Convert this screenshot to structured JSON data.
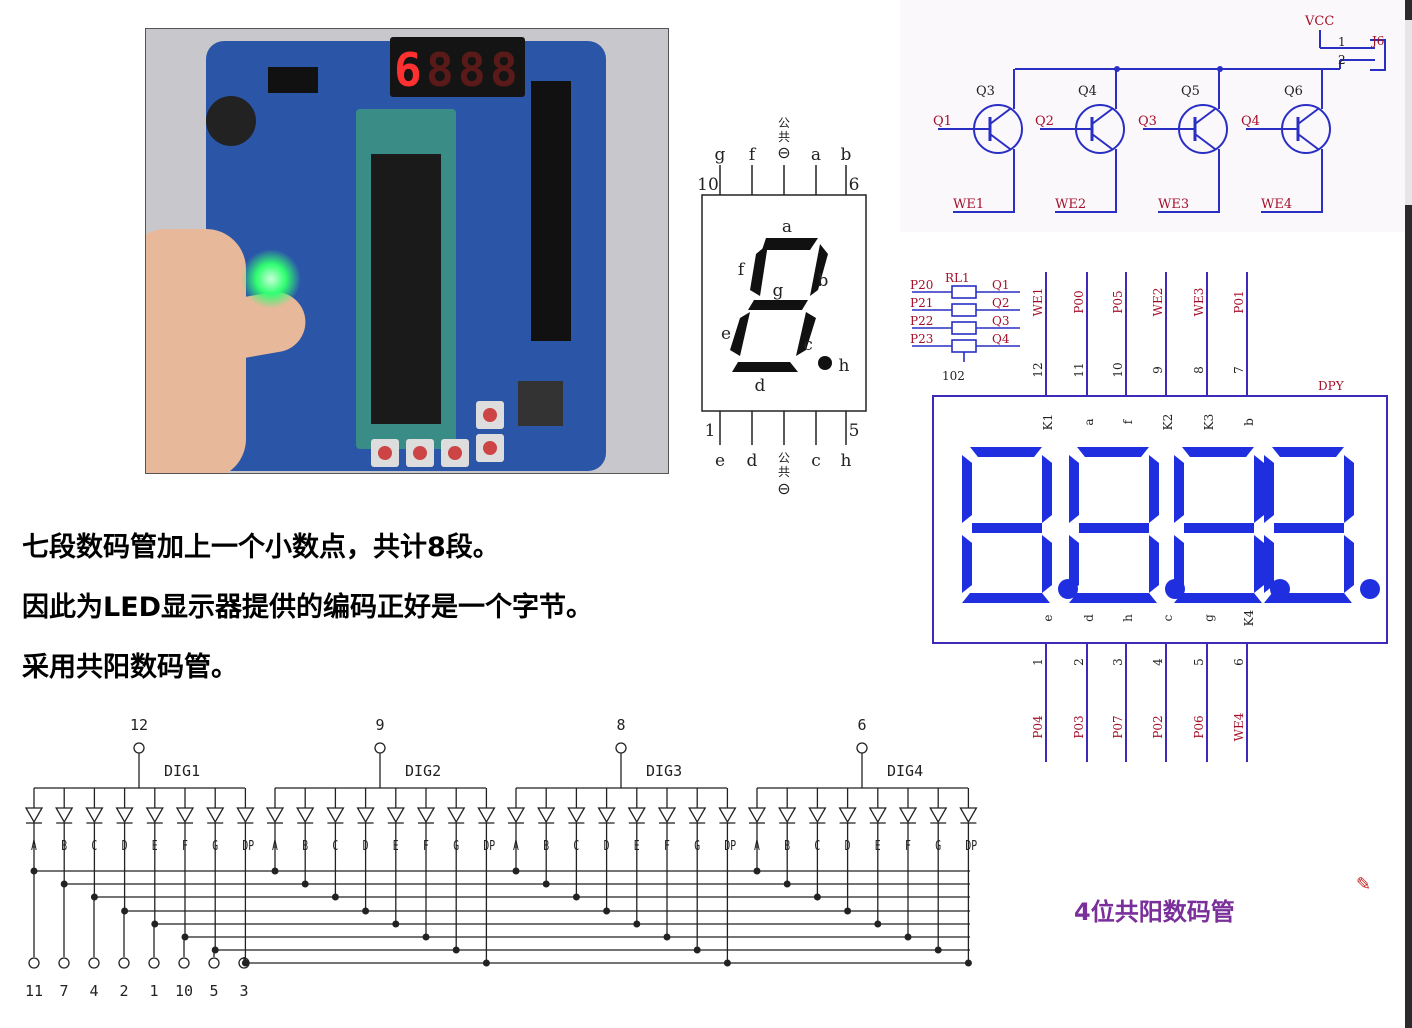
{
  "slide": {
    "line1": "七段数码管加上一个小数点，共计8段。",
    "line2": "因此为LED显示器提供的编码正好是一个字节。",
    "line3": "采用共阳数码管。",
    "caption": "4位共阳数码管"
  },
  "photo": {
    "display_digits": [
      "6",
      "8",
      "8",
      "8"
    ]
  },
  "single_segment": {
    "top_pins": [
      "g",
      "f",
      "a",
      "b"
    ],
    "bottom_pins": [
      "e",
      "d",
      "c",
      "h"
    ],
    "common_label": [
      "公",
      "共",
      "⊖"
    ],
    "pin_top_left": "10",
    "pin_top_right": "6",
    "pin_bottom_left": "1",
    "pin_bottom_right": "5",
    "segment_labels": [
      "a",
      "b",
      "c",
      "d",
      "e",
      "f",
      "g",
      "h"
    ]
  },
  "transistor_circuit": {
    "vcc": "VCC",
    "connector": "J6",
    "connector_pins": [
      "1",
      "2"
    ],
    "transistors": [
      {
        "name": "Q3",
        "base": "Q1",
        "net": "WE1"
      },
      {
        "name": "Q4",
        "base": "Q2",
        "net": "WE2"
      },
      {
        "name": "Q5",
        "base": "Q3",
        "net": "WE3"
      },
      {
        "name": "Q6",
        "base": "Q4",
        "net": "WE4"
      }
    ]
  },
  "resistor_network": {
    "name": "RL1",
    "value": "102",
    "inputs": [
      "P20",
      "P21",
      "P22",
      "P23"
    ],
    "outputs": [
      "Q1",
      "Q2",
      "Q3",
      "Q4"
    ]
  },
  "dpy": {
    "label": "DPY",
    "top_nets": [
      "WE1",
      "P00",
      "P05",
      "WE2",
      "WE3",
      "P01"
    ],
    "top_pin_numbers": [
      "12",
      "11",
      "10",
      "9",
      "8",
      "7"
    ],
    "top_pin_names": [
      "K1",
      "a",
      "f",
      "K2",
      "K3",
      "b"
    ],
    "bottom_pin_names": [
      "e",
      "d",
      "h",
      "c",
      "g",
      "K4"
    ],
    "bottom_pin_numbers": [
      "1",
      "2",
      "3",
      "4",
      "5",
      "6"
    ],
    "bottom_nets": [
      "P04",
      "P03",
      "P07",
      "P02",
      "P06",
      "WE4"
    ],
    "digits": [
      "8",
      "8",
      "8",
      "8"
    ],
    "digit_color": "#1f2fe0"
  },
  "led_matrix": {
    "groups": [
      {
        "name": "DIG1",
        "pin": "12"
      },
      {
        "name": "DIG2",
        "pin": "9"
      },
      {
        "name": "DIG3",
        "pin": "8"
      },
      {
        "name": "DIG4",
        "pin": "6"
      }
    ],
    "segments": [
      "A",
      "B",
      "C",
      "D",
      "E",
      "F",
      "G",
      "DP"
    ],
    "bottom_pins": [
      "11",
      "7",
      "4",
      "2",
      "1",
      "10",
      "5",
      "3"
    ]
  }
}
